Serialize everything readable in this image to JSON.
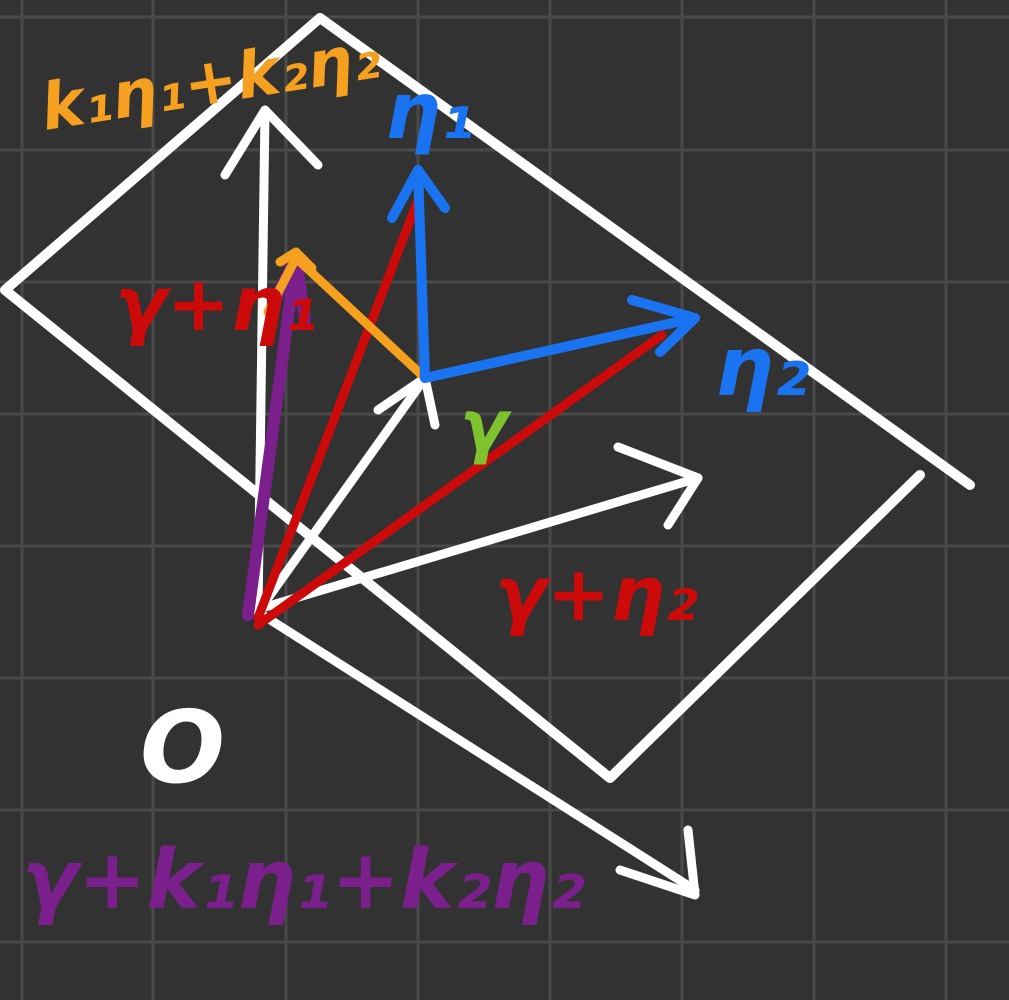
{
  "colors": {
    "background": "#323232",
    "grid": "#4a4a4a",
    "white": "#ffffff",
    "red": "#cc0a0a",
    "blue": "#1a73f0",
    "orange": "#f5a01e",
    "purple": "#7a1f8c",
    "green": "#7fc230"
  },
  "labels": {
    "origin": "O",
    "eta1": "η₁",
    "eta2": "η₂",
    "gamma": "γ",
    "gamma_plus_eta1": "γ+η₁",
    "gamma_plus_eta2": "γ+η₂",
    "k1eta1_plus_k2eta2": "k₁η₁+k₂η₂",
    "general_solution": "γ+k₁η₁+k₂η₂"
  }
}
